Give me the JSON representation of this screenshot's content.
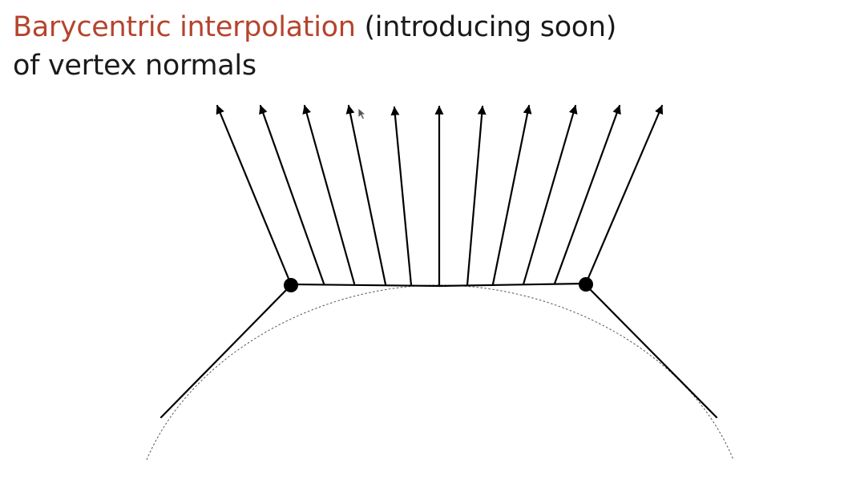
{
  "title": {
    "highlight": "Barycentric interpolation",
    "rest": " (introducing soon)",
    "line2": "of vertex normals"
  },
  "colors": {
    "accent": "#b5442c",
    "text": "#1a1a1a",
    "stroke": "#000000"
  },
  "diagram": {
    "normal_arrow_count": 11,
    "vertex_count": 2
  }
}
